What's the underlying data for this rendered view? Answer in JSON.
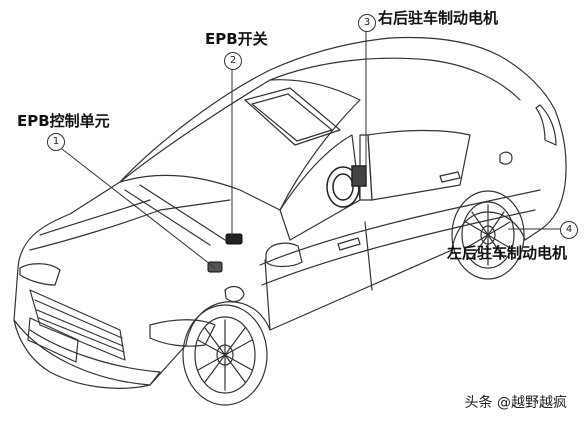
{
  "callouts": [
    {
      "number": "1",
      "label": "EPB控制单元"
    },
    {
      "number": "2",
      "label": "EPB开关"
    },
    {
      "number": "3",
      "label": "右后驻车制动电机"
    },
    {
      "number": "4",
      "label": "左后驻车制动电机"
    }
  ],
  "watermark": {
    "source": "头条",
    "handle": "@越野越疯"
  },
  "colors": {
    "line": "#333333",
    "text": "#111111",
    "background": "#ffffff"
  }
}
